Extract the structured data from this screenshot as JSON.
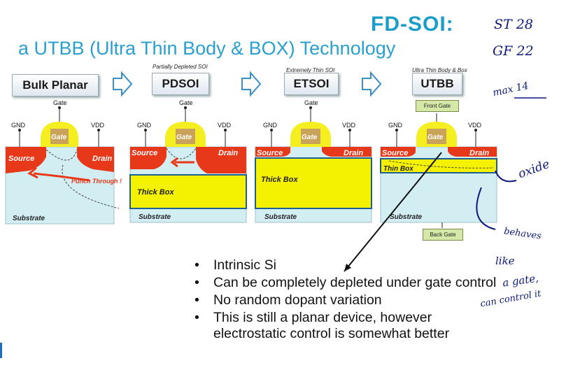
{
  "header": {
    "logo_text": "FD-SOI:",
    "title": "a UTBB (Ultra Thin Body & BOX) Technology"
  },
  "stages": [
    {
      "label": "Bulk Planar",
      "sublabel": ""
    },
    {
      "label": "PDSOI",
      "sublabel": "Partially Depleted SOI"
    },
    {
      "label": "ETSOI",
      "sublabel": "Extremely Thin SOI"
    },
    {
      "label": "UTBB",
      "sublabel": "Ultra Thin Body & Box"
    }
  ],
  "diagram": {
    "gate": "Gate",
    "gnd": "GND",
    "vdd": "VDD",
    "source": "Source",
    "drain": "Drain",
    "substrate": "Substrate",
    "punch_through": "Punch Through !",
    "thick_box": "Thick Box",
    "thin_box": "Thin Box",
    "front_gate": "Front Gate",
    "back_gate": "Back Gate"
  },
  "annotations": {
    "st": "ST 28",
    "gf": "GF 22",
    "max": "max 14",
    "oxide": "oxide",
    "behaves": "behaves",
    "like": "like",
    "a_gate": "a gate,",
    "can_control": "can control it"
  },
  "bullets": [
    "Intrinsic Si",
    "Can be completely depleted under gate control",
    "No random dopant variation",
    "This is still a planar device, however electrostatic control is somewhat better"
  ],
  "colors": {
    "title_blue": "#2a9fd0",
    "source_drain_red": "#e8381a",
    "box_yellow": "#f5f200",
    "substrate_blue": "#d3eef3",
    "ink_blue": "#0d1a7a"
  }
}
